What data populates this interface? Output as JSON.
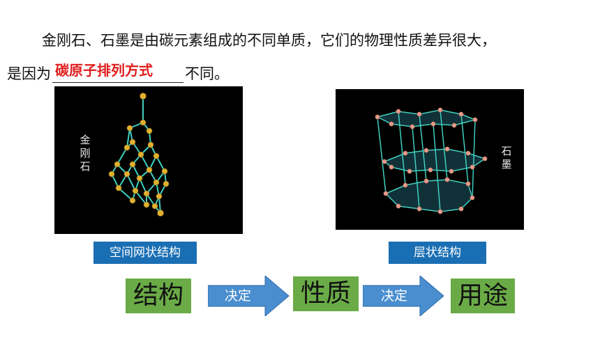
{
  "text": {
    "line1": "金刚石、石墨是由碳元素组成的不同单质，它们的物理性质差异很大，",
    "line2_prefix": "是因为",
    "line2_answer": "碳原子排列方式",
    "line2_suffix": "不同。"
  },
  "diamond_panel": {
    "label_chars": [
      "金",
      "刚",
      "石"
    ],
    "caption": "空间网状结构"
  },
  "graphite_panel": {
    "label_chars": [
      "石",
      "墨"
    ],
    "caption": "层状结构"
  },
  "flow": {
    "box1": "结构",
    "arrow1": "决定",
    "box2": "性质",
    "arrow2": "决定",
    "box3": "用途"
  },
  "colors": {
    "answer": "#e11d1d",
    "caption_bg": "#1a6fb4",
    "green_box": "#6aab47",
    "arrow_fill": "#4a8ed0",
    "atom_gold": "#e0b030",
    "atom_pink": "#e89a8a",
    "bond_teal": "#3fd0c0"
  }
}
